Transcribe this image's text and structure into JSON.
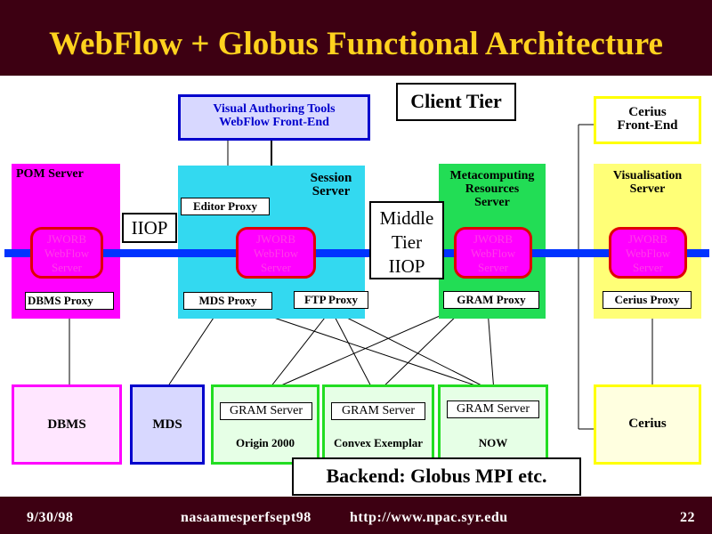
{
  "slide": {
    "title": "WebFlow + Globus Functional Architecture",
    "date": "9/30/98",
    "filename": "nasaamesperfsept98",
    "url": "http://www.npac.syr.edu",
    "page_number": "22"
  },
  "tiers": {
    "client": "Client Tier",
    "middle_line1": "Middle",
    "middle_line2": "Tier",
    "middle_line3": "IIOP",
    "iiop": "IIOP",
    "backend": "Backend: Globus MPI etc."
  },
  "client_boxes": {
    "visual_authoring_line1": "Visual  Authoring Tools",
    "visual_authoring_line2": "WebFlow   Front-End",
    "cerius_frontend_line1": "Cerius",
    "cerius_frontend_line2": "Front-End"
  },
  "servers": {
    "pom": "POM Server",
    "session_line1": "Session",
    "session_line2": "Server",
    "metacomputing_line1": "Metacomputing",
    "metacomputing_line2": "Resources",
    "metacomputing_line3": "Server",
    "visualisation_line1": "Visualisation",
    "visualisation_line2": "Server"
  },
  "jworb": {
    "name": "JWORB",
    "line2": "WebFlow",
    "line3": "Server"
  },
  "proxies": {
    "editor": "Editor  Proxy",
    "dbms": "DBMS Proxy",
    "mds": "MDS Proxy",
    "ftp": "FTP Proxy",
    "gram": "GRAM Proxy",
    "cerius": "Cerius  Proxy"
  },
  "backend_boxes": {
    "dbms": "DBMS",
    "mds": "MDS",
    "gram_server": "GRAM Server",
    "origin": "Origin  2000",
    "convex": "Convex  Exemplar",
    "now": "NOW",
    "cerius": "Cerius"
  },
  "colors": {
    "title_bg": "#3d0012",
    "title_text": "#ffd21e",
    "bus": "#0033ff",
    "pom_magenta": "#ff00ff",
    "session_cyan": "#33d9f0",
    "meta_green": "#22dd55",
    "vis_yellow": "#ffff77",
    "jworb_red": "#e00000"
  }
}
